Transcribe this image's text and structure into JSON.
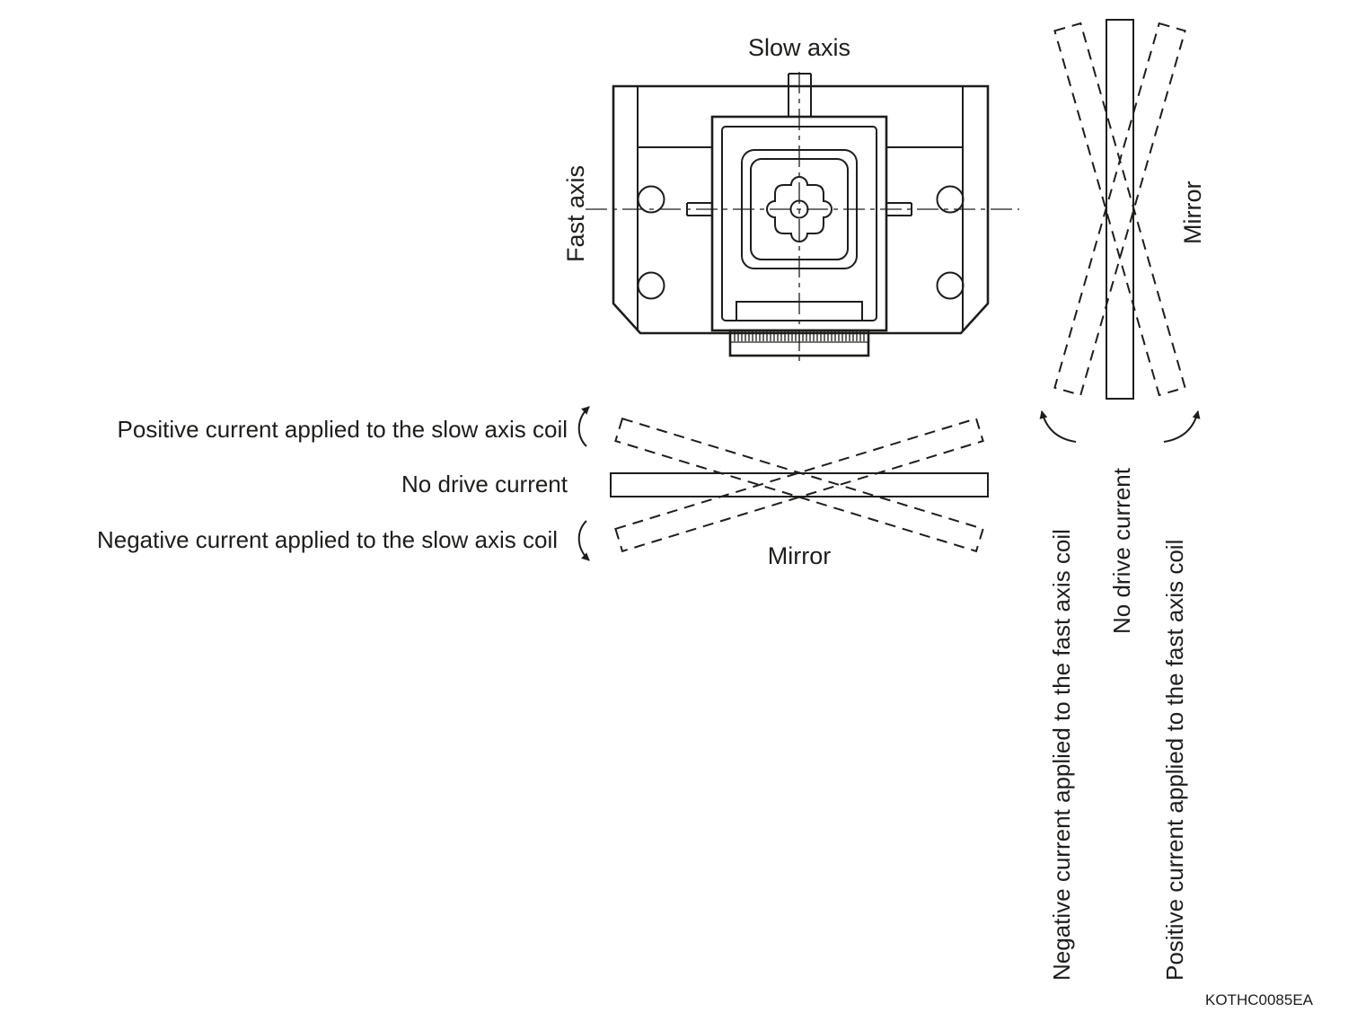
{
  "figure": {
    "code": "KOTHC0085EA"
  },
  "device_view": {
    "slow_axis_label": "Slow axis",
    "fast_axis_label": "Fast axis"
  },
  "slow_axis_rotation": {
    "positive_label": "Positive current applied to the slow axis coil",
    "no_drive_label": "No drive current",
    "negative_label": "Negative current applied to the slow axis coil",
    "mirror_label": "Mirror"
  },
  "fast_axis_rotation": {
    "mirror_label": "Mirror",
    "negative_label": "Negative current applied to the fast axis coil",
    "no_drive_label": "No drive current",
    "positive_label": "Positive current applied to the fast axis coil"
  },
  "colors": {
    "line": "#1d1d1b",
    "background": "#ffffff"
  }
}
